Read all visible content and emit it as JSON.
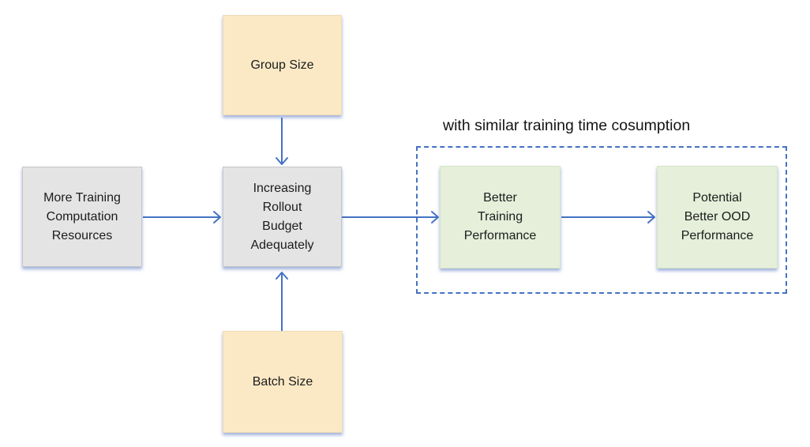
{
  "figure": {
    "caption": "with similar training time cosumption",
    "nodes": {
      "group_size": {
        "label": "Group Size"
      },
      "batch_size": {
        "label": "Batch Size"
      },
      "more_training": {
        "label": "More Training Computation Resources",
        "lines": [
          "More Training",
          "Computation",
          "Resources"
        ]
      },
      "rollout_budget": {
        "label": "Increasing Rollout Budget Adequately",
        "lines": [
          "Increasing",
          "Rollout",
          "Budget",
          "Adequately"
        ]
      },
      "better_training": {
        "label": "Better Training Performance",
        "lines": [
          "Better",
          "Training",
          "Performance"
        ]
      },
      "potential_ood": {
        "label": "Potential Better OOD Performance",
        "lines": [
          "Potential",
          "Better OOD",
          "Performance"
        ]
      }
    },
    "colors": {
      "yellow_box": "#fbe9c5",
      "gray_box": "#e4e4e4",
      "green_box": "#e5efda",
      "arrow": "#4472c4",
      "dashed_border": "#4472c4",
      "text": "#1c1c1c"
    }
  }
}
